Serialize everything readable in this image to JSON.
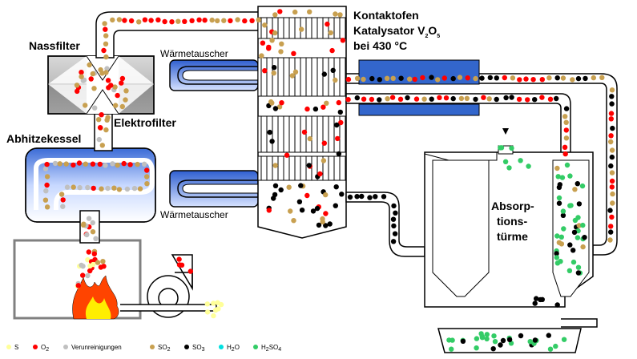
{
  "labels": {
    "nassfilter": "Nassfilter",
    "elektrofilter": "Elektrofilter",
    "abhitzekessel": "Abhitzekessel",
    "waermetauscher_top": "Wärmetauscher",
    "waermetauscher_bottom": "Wärmetauscher",
    "kontaktofen_l1": "Kontaktofen",
    "kontaktofen_l2_prefix": "Katalysator V",
    "kontaktofen_l2_sub1": "2",
    "kontaktofen_l2_mid": "O",
    "kontaktofen_l2_sub2": "5",
    "kontaktofen_l3": "bei 430 °C",
    "absorption_l1": "Absorp-",
    "absorption_l2": "tions-",
    "absorption_l3": "türme"
  },
  "legend": [
    {
      "key": "s",
      "label": "S",
      "sub": "",
      "color": "#ffff99"
    },
    {
      "key": "o2",
      "label": "O",
      "sub": "2",
      "color": "#ff0000"
    },
    {
      "key": "dirt",
      "label": "Verunreinigungen",
      "sub": "",
      "color": "#c0c0c0"
    },
    {
      "key": "so2",
      "label": "SO",
      "sub": "2",
      "color": "#c8a050"
    },
    {
      "key": "so3",
      "label": "SO",
      "sub": "3",
      "color": "#000000"
    },
    {
      "key": "h2o",
      "label": "H",
      "sub": "2",
      "suffix": "O",
      "color": "#00e0e0"
    },
    {
      "key": "h2so4",
      "label": "H",
      "sub": "2",
      "suffix": "SO",
      "sub2": "4",
      "color": "#33cc66"
    }
  ],
  "colors": {
    "s": "#ffff99",
    "o2": "#ff0000",
    "dirt": "#c0c0c0",
    "so2": "#c8a050",
    "so3": "#000000",
    "h2so4": "#33cc66",
    "flame_outer": "#ff4400",
    "flame_inner": "#ffee00",
    "hx_blue": "#3366cc"
  }
}
